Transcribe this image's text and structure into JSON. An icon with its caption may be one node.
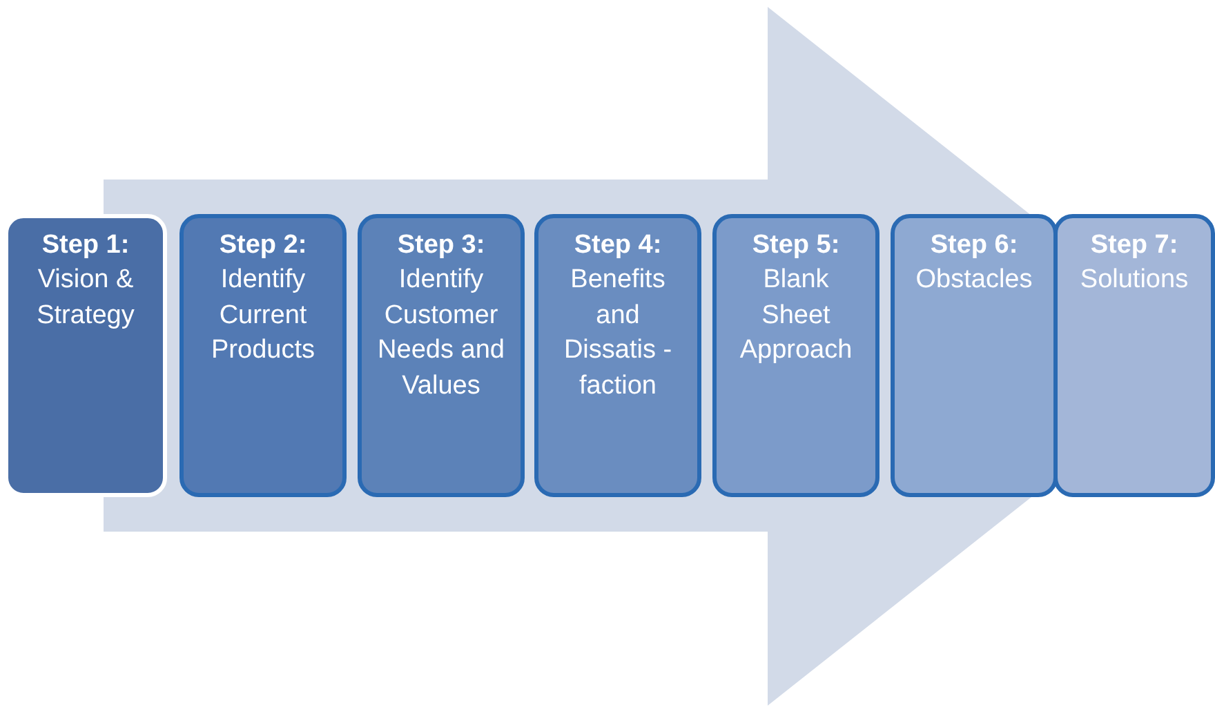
{
  "diagram": {
    "nodes": [
      {
        "text": [
          "Step 1:",
          "Vision & Strategy"
        ]
      },
      {
        "text": [
          "Step 2:",
          "Identify Current Products"
        ]
      },
      {
        "text": [
          "Step 3:",
          "Identify Customer Needs and Values"
        ]
      },
      {
        "text": [
          "Step 4:",
          "Benefits and Dissatis - faction"
        ]
      },
      {
        "text": [
          "Step 5:",
          "Blank Sheet Approach"
        ]
      },
      {
        "text": [
          "Step 6:",
          "Obstacles"
        ]
      },
      {
        "text": [
          "Step 7:",
          "Solutions"
        ]
      }
    ],
    "edges": [
      {
        "from": 0,
        "to": 6,
        "arrow": "to"
      }
    ]
  }
}
